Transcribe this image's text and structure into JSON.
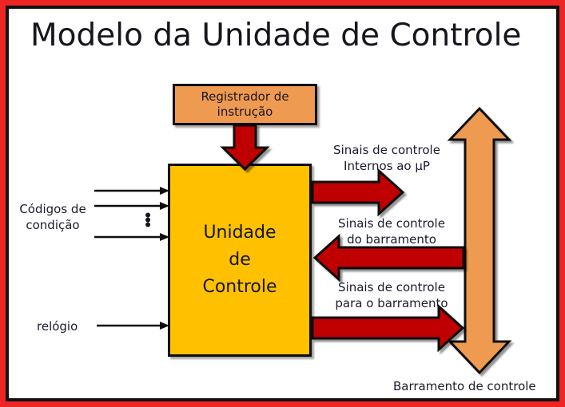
{
  "figure": {
    "title": "Modelo da Unidade de Controle",
    "type": "block-diagram",
    "colors": {
      "outer_border": "#ef2525",
      "inner_border": "#111111",
      "register_box": "#ef9a51",
      "control_unit_box": "#ffc000",
      "signal_arrow": "#c00000",
      "bus_arrow": "#ef9a51",
      "text": "#1b1b2e"
    }
  },
  "blocks": {
    "instruction_register": {
      "line1": "Registrador de",
      "line2": "instrução"
    },
    "control_unit": {
      "line1": "Unidade",
      "line2": "de",
      "line3": "Controle"
    }
  },
  "inputs": {
    "condition_codes": {
      "line1": "Códigos de",
      "line2": "condição",
      "ellipsis": "⋮",
      "arrow_count": 3
    },
    "clock": {
      "label": "relógio"
    }
  },
  "outputs": {
    "internal_signals": {
      "line1": "Sinais de controle",
      "line2": "Internos ao µP",
      "direction": "right"
    },
    "bus_signals_in": {
      "line1": "Sinais de controle",
      "line2": "do barramento",
      "direction": "left"
    },
    "bus_signals_out": {
      "line1": "Sinais de controle",
      "line2": "para o barramento",
      "direction": "right"
    }
  },
  "bus": {
    "label": "Barramento de controle",
    "direction": "bidirectional-vertical"
  }
}
